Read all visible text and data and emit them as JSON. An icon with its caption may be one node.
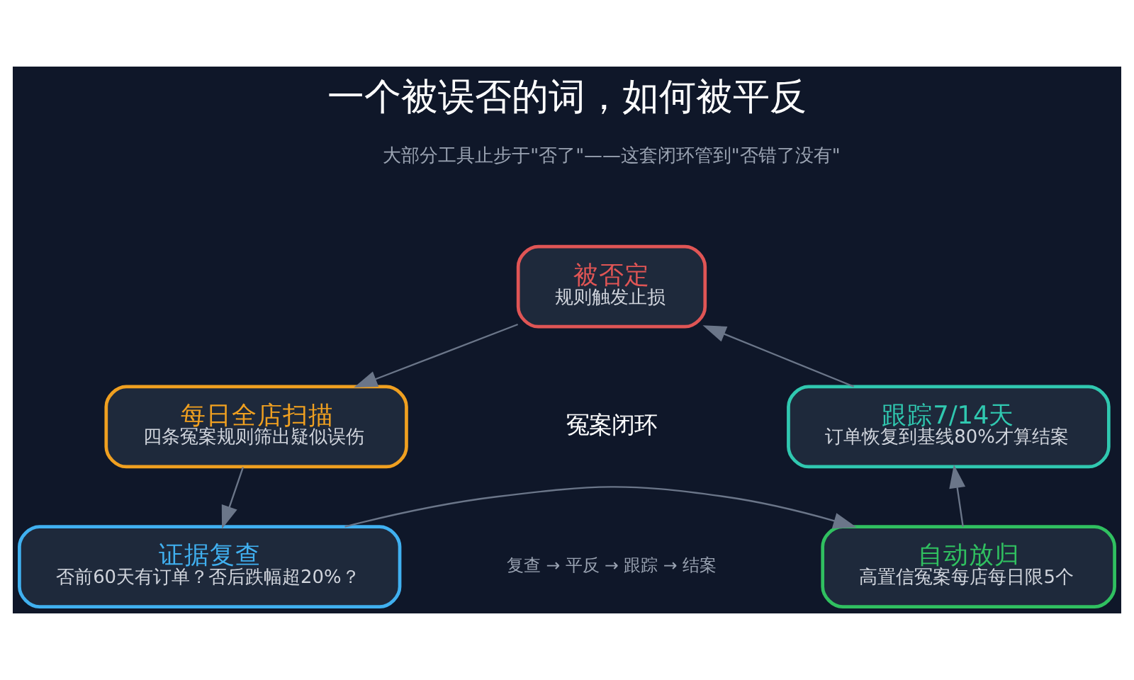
{
  "diagram": {
    "title": "一个被误否的词，如何被平反",
    "nodes": [
      {
        "text": [
          "被否定",
          "规则触发止损"
        ]
      },
      {
        "text": [
          "每日全店扫描",
          "四条冤案规则筛出疑似误伤"
        ]
      },
      {
        "text": [
          "证据复查",
          "否前60天有订单？否后跌幅超20%？"
        ]
      },
      {
        "text": [
          "自动放归",
          "高置信冤案每店每日限5个"
        ]
      },
      {
        "text": [
          "跟踪7/14天",
          "订单恢复到基线80%才算结案"
        ]
      }
    ],
    "edges": [
      {
        "from": 0,
        "to": 1,
        "arrow": "to"
      },
      {
        "from": 1,
        "to": 2,
        "arrow": "to"
      },
      {
        "from": 2,
        "to": 3,
        "arrow": "to"
      },
      {
        "from": 3,
        "to": 4,
        "arrow": "to"
      },
      {
        "from": 4,
        "to": 0,
        "arrow": "to"
      }
    ],
    "labels": [
      "大部分工具止步于\"否了\"——这套闭环管到\"否错了没有\"",
      "冤案闭环",
      "复查 → 平反 → 跟踪 → 结案"
    ]
  }
}
